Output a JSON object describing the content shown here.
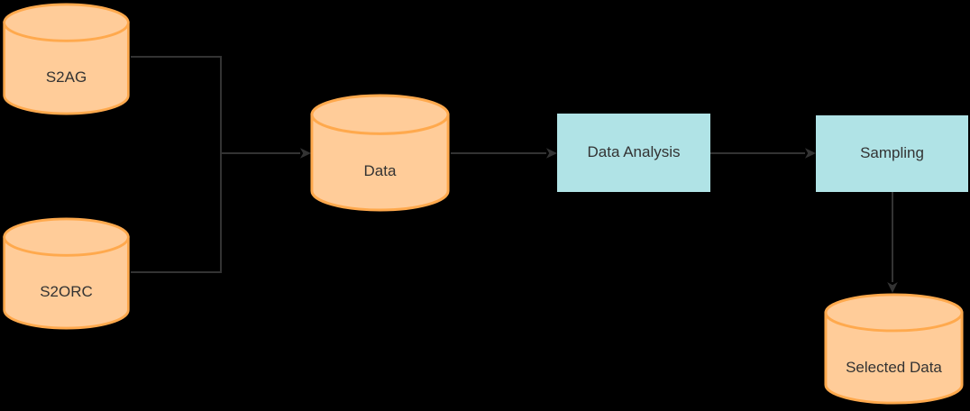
{
  "diagram": {
    "type": "flowchart",
    "palette": {
      "background": "#000000",
      "cylinder_fill": "#FFCC99",
      "cylinder_stroke": "#FFA94D",
      "process_fill": "#B0E3E6",
      "connector": "#333333",
      "text": "#333333"
    },
    "nodes": {
      "s2ag": {
        "label": "S2AG",
        "shape": "cylinder"
      },
      "s2orc": {
        "label": "S2ORC",
        "shape": "cylinder"
      },
      "data": {
        "label": "Data",
        "shape": "cylinder"
      },
      "data_analysis": {
        "label": "Data Analysis",
        "shape": "process"
      },
      "sampling": {
        "label": "Sampling",
        "shape": "process"
      },
      "selected_data": {
        "label": "Selected Data",
        "shape": "cylinder"
      }
    },
    "edges": [
      {
        "from": "s2ag",
        "to": "data",
        "arrow": true
      },
      {
        "from": "s2orc",
        "to": "data",
        "arrow": true
      },
      {
        "from": "data",
        "to": "data_analysis",
        "arrow": true
      },
      {
        "from": "data_analysis",
        "to": "sampling",
        "arrow": true
      },
      {
        "from": "sampling",
        "to": "selected_data",
        "arrow": true
      }
    ]
  }
}
